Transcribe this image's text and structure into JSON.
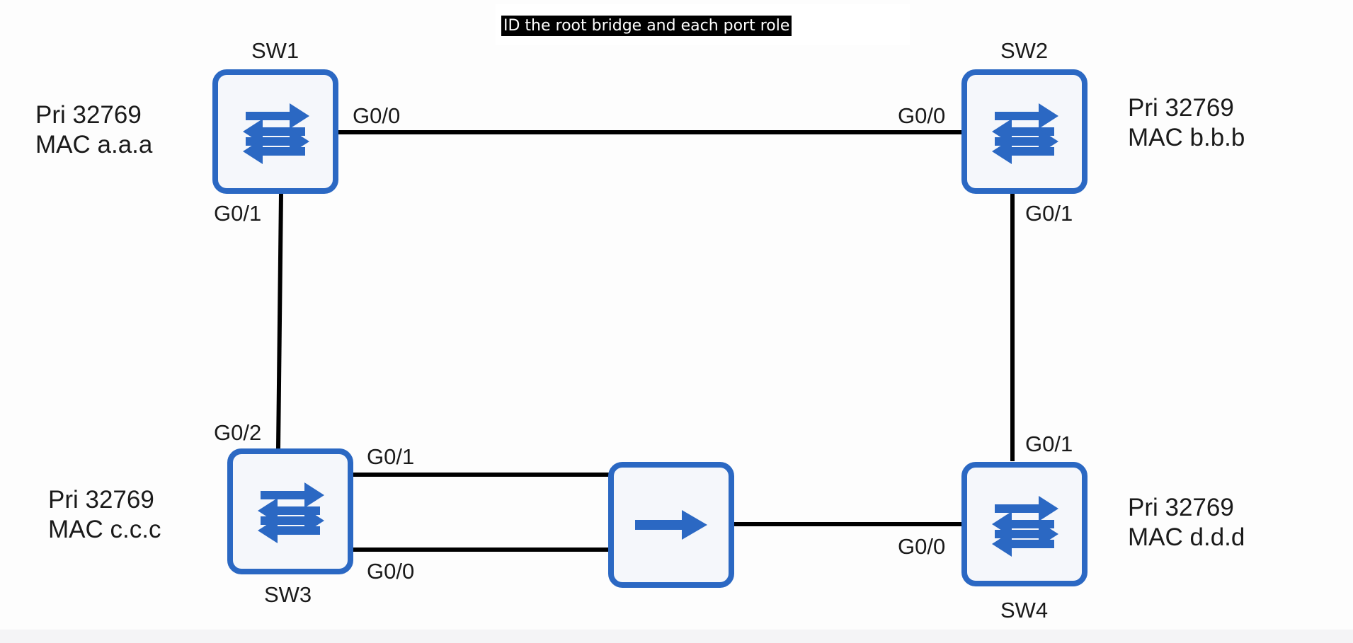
{
  "caption": "ID the root bridge and each port role",
  "switches": {
    "sw1": {
      "name": "SW1",
      "priority": "Pri 32769",
      "mac": "MAC a.a.a"
    },
    "sw2": {
      "name": "SW2",
      "priority": "Pri 32769",
      "mac": "MAC b.b.b"
    },
    "sw3": {
      "name": "SW3",
      "priority": "Pri 32769",
      "mac": "MAC c.c.c"
    },
    "sw4": {
      "name": "SW4",
      "priority": "Pri 32769",
      "mac": "MAC d.d.d"
    }
  },
  "ports": {
    "sw1_g00": "G0/0",
    "sw1_g01": "G0/1",
    "sw2_g00": "G0/0",
    "sw2_g01": "G0/1",
    "sw3_g02": "G0/2",
    "sw3_g01": "G0/1",
    "sw3_g00": "G0/0",
    "sw4_g01": "G0/1",
    "sw4_g00": "G0/0"
  },
  "colors": {
    "device_blue": "#2b68c3",
    "device_fill": "#f5f7fb",
    "link": "#000000"
  },
  "icons": {
    "switch": "switch-arrows-icon",
    "hub": "hub-arrow-icon"
  }
}
